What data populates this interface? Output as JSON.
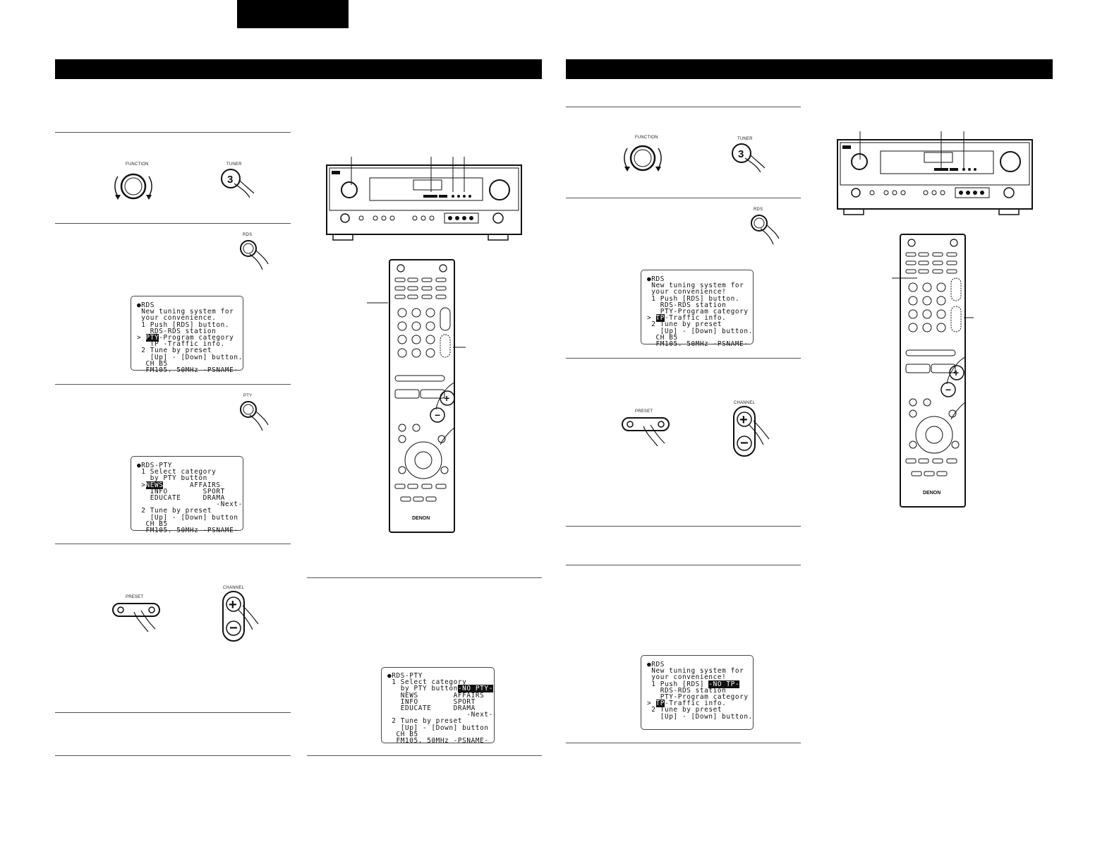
{
  "device_labels": {
    "function_knob": "FUNCTION",
    "tuner_button": "TUNER",
    "tuner_digit": "3",
    "rds_button": "RDS",
    "pty_button": "PTY",
    "preset_control": "PRESET",
    "channel_control": "CHANNEL",
    "brand": "DENON"
  },
  "osd": {
    "rds_intro_pty": {
      "l1": "●RDS",
      "l2": " New tuning system for",
      "l3": " your convenience.",
      "l4": " 1 Push [RDS] button.",
      "l5": "   RDS-RDS station",
      "l6_pre": "> ",
      "l6_hl": "PTY",
      "l6_post": "-Program category",
      "l7": "   TP -Traffic info.",
      "l8": " 2 Tune by preset",
      "l9": "   [Up] - [Down] button.",
      "l10": "  CH B5",
      "l11": "  FM105. 50MHz -PSNAME-"
    },
    "rds_pty_select": {
      "l1": "●RDS-PTY",
      "l2": " 1 Select category",
      "l3": "   by PTY button",
      "l4_pre": " >",
      "l4_hl": "NEWS",
      "l4_post": "      AFFAIRS",
      "l5": "   INFO        SPORT",
      "l6": "   EDUCATE     DRAMA",
      "l7": "                  -Next-",
      "l8": " 2 Tune by preset",
      "l9": "   [Up] - [Down] button",
      "l10": "  CH B5",
      "l11": "  FM105. 50MHz -PSNAME-"
    },
    "rds_pty_no_pty": {
      "l1": "●RDS-PTY",
      "l2": " 1 Select category",
      "l3_pre": "   by PTY button",
      "l3_hl": "-NO PTY-",
      "l4": "   NEWS        AFFAIRS",
      "l5": "   INFO        SPORT",
      "l6": "   EDUCATE     DRAMA",
      "l7": "                  -Next-",
      "l8": " 2 Tune by preset",
      "l9": "   [Up] - [Down] button",
      "l10": "  CH B5",
      "l11": "  FM105. 50MHz -PSNAME-"
    },
    "rds_intro_tp": {
      "l1": "●RDS",
      "l2": " New tuning system for",
      "l3": " your convenience!",
      "l4": " 1 Push [RDS] button.",
      "l5": "   RDS-RDS station",
      "l6": "   PTY-Program category",
      "l7_pre": "> ",
      "l7_hl": "TP",
      "l7_post": "-Traffic info.",
      "l8": " 2 Tune by preset",
      "l9": "   [Up] - [Down] button.",
      "l10": "  CH B5",
      "l11": "  FM105. 50MHz -PSNAME-"
    },
    "rds_tp_no_tp": {
      "l1": "●RDS",
      "l2": " New tuning system for",
      "l3": " your convenience!",
      "l4_pre": " 1 Push [RDS] ",
      "l4_hl": "-NO TP-",
      "l5": "   RDS-RDS station",
      "l6": "   PTY-Program category",
      "l7_pre": "> ",
      "l7_hl": "TP",
      "l7_post": "-Traffic info.",
      "l8": " 2 Tune by preset",
      "l9": "   [Up] - [Down] button."
    }
  }
}
